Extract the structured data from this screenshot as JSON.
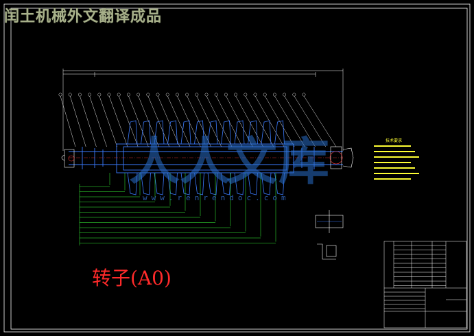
{
  "banner": {
    "text": "闰土机械外文翻译成品"
  },
  "drawing": {
    "caption": "转子(A0)",
    "watermark_url": "www.renrendoc.com",
    "watermark_chars": [
      "人",
      "人",
      "文",
      "库"
    ],
    "notes_title": "技术要求"
  },
  "colors": {
    "background": "#000000",
    "frame": "#ffffff",
    "part": "#3a7bff",
    "dimension": "#3aff3a",
    "leader": "#ffffff",
    "caption": "#ff2a2a",
    "banner": "#a7b08a",
    "notes": "#ffff33",
    "watermark": "#2b6ed0"
  }
}
